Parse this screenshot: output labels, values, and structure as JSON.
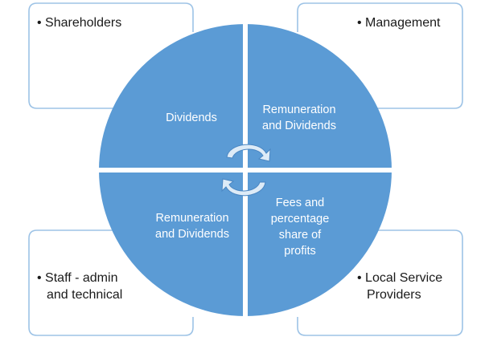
{
  "diagram": {
    "corners": {
      "top_left": {
        "lines": [
          "• Shareholders"
        ]
      },
      "top_right": {
        "lines": [
          "• Management"
        ]
      },
      "bottom_left": {
        "lines": [
          "• Staff - admin",
          "and technical"
        ]
      },
      "bottom_right": {
        "lines": [
          "• Local Service",
          "Providers"
        ]
      }
    },
    "quadrants": {
      "top_left": {
        "lines": [
          "Dividends"
        ]
      },
      "top_right": {
        "lines": [
          "Remuneration",
          "and Dividends"
        ]
      },
      "bottom_left": {
        "lines": [
          "Remuneration",
          "and Dividends"
        ]
      },
      "bottom_right": {
        "lines": [
          "Fees and",
          "percentage",
          "share of",
          "profits"
        ]
      }
    },
    "colors": {
      "circle_fill": "#5b9bd5",
      "box_border": "#9dc3e6",
      "divider": "#ffffff",
      "cycle_arrows": "#ddebf7"
    },
    "icons": [
      "circular-arrows-icon"
    ]
  }
}
